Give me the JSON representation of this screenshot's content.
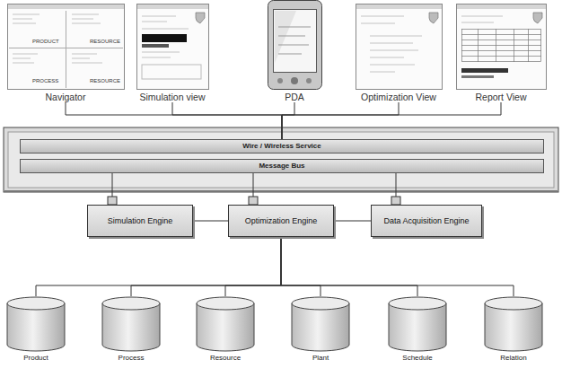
{
  "diagram": {
    "nodes": [
      {
        "text": [
          "Navigator"
        ]
      },
      {
        "text": [
          "Simulation view"
        ]
      },
      {
        "text": [
          "PDA"
        ]
      },
      {
        "text": [
          "Optimization View"
        ]
      },
      {
        "text": [
          "Report View"
        ]
      },
      {
        "text": [
          "Wire / Wireless Service"
        ]
      },
      {
        "text": [
          "Message Bus"
        ]
      },
      {
        "text": [
          "Simulation Engine"
        ]
      },
      {
        "text": [
          "Optimization Engine"
        ]
      },
      {
        "text": [
          "Data Acquisition Engine"
        ]
      },
      {
        "text": [
          "Product"
        ]
      },
      {
        "text": [
          "Process"
        ]
      },
      {
        "text": [
          "Resource"
        ]
      },
      {
        "text": [
          "Plant"
        ]
      },
      {
        "text": [
          "Schedule"
        ]
      },
      {
        "text": [
          "Relation"
        ]
      }
    ],
    "edges": [
      {
        "from": 0,
        "to": 5,
        "arrow": "none"
      },
      {
        "from": 1,
        "to": 5,
        "arrow": "none"
      },
      {
        "from": 2,
        "to": 5,
        "arrow": "none"
      },
      {
        "from": 3,
        "to": 5,
        "arrow": "none"
      },
      {
        "from": 4,
        "to": 5,
        "arrow": "none"
      },
      {
        "from": 6,
        "to": 7,
        "arrow": "none"
      },
      {
        "from": 6,
        "to": 8,
        "arrow": "none"
      },
      {
        "from": 6,
        "to": 9,
        "arrow": "none"
      },
      {
        "from": 7,
        "to": 8,
        "arrow": "none"
      },
      {
        "from": 8,
        "to": 9,
        "arrow": "none"
      },
      {
        "from": 8,
        "to": 10,
        "arrow": "none"
      },
      {
        "from": 8,
        "to": 11,
        "arrow": "none"
      },
      {
        "from": 8,
        "to": 12,
        "arrow": "none"
      },
      {
        "from": 8,
        "to": 13,
        "arrow": "none"
      },
      {
        "from": 8,
        "to": 14,
        "arrow": "none"
      },
      {
        "from": 8,
        "to": 15,
        "arrow": "none"
      }
    ],
    "labels": [
      "PRODUCT",
      "RESOURCE",
      "PROCESS",
      "RESOURCE"
    ]
  }
}
